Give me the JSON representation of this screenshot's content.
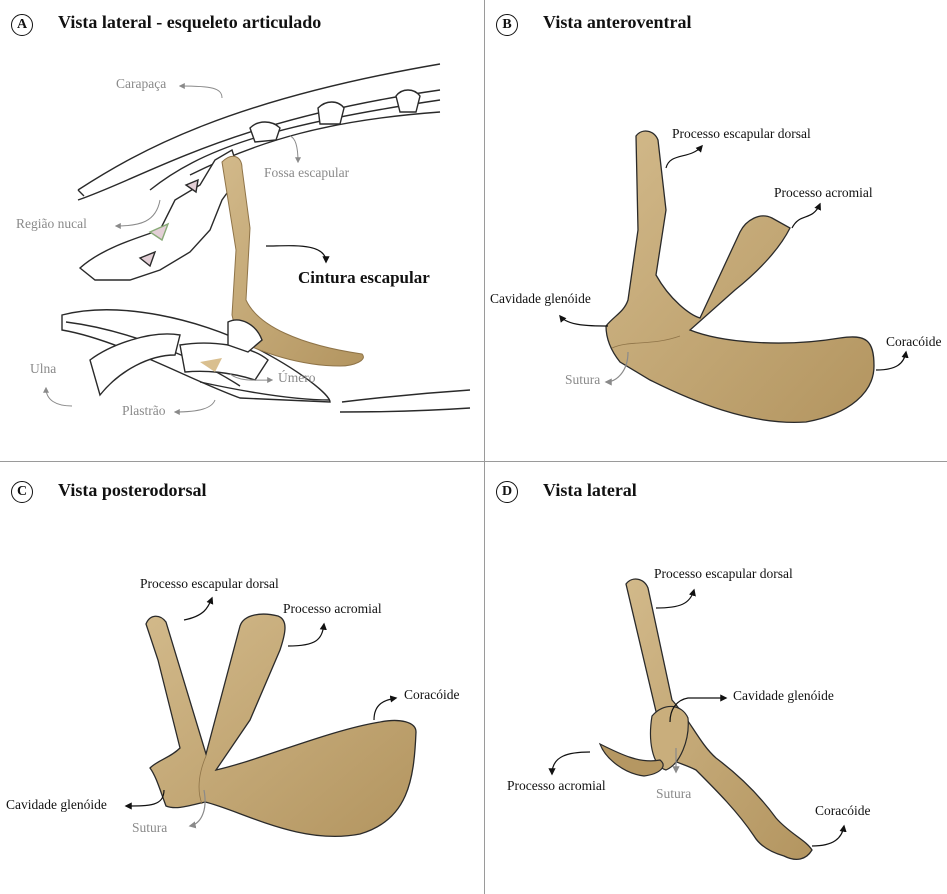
{
  "colors": {
    "bone": "#c6ab7a",
    "bone_dark": "#8f7448",
    "outline": "#2a2a2a",
    "grey_label": "#8a8a8a",
    "divider": "#9a9a9a"
  },
  "panels": {
    "a": {
      "letter": "A",
      "title": "Vista lateral - esqueleto articulado",
      "labels": {
        "carapaca": "Carapaça",
        "fossa": "Fossa escapular",
        "nucal": "Região nucal",
        "cintura": "Cintura escapular",
        "ulna": "Ulna",
        "umero": "Úmero",
        "plastrao": "Plastrão"
      }
    },
    "b": {
      "letter": "B",
      "title": "Vista anteroventral",
      "labels": {
        "dorsal": "Processo escapular dorsal",
        "acromial": "Processo acromial",
        "glenoide": "Cavidade glenóide",
        "coracoide": "Coracóide",
        "sutura": "Sutura"
      }
    },
    "c": {
      "letter": "C",
      "title": "Vista posterodorsal",
      "labels": {
        "dorsal": "Processo escapular dorsal",
        "acromial": "Processo acromial",
        "coracoide": "Coracóide",
        "glenoide": "Cavidade glenóide",
        "sutura": "Sutura"
      }
    },
    "d": {
      "letter": "D",
      "title": "Vista lateral",
      "labels": {
        "dorsal": "Processo escapular dorsal",
        "glenoide": "Cavidade glenóide",
        "acromial": "Processo acromial",
        "sutura": "Sutura",
        "coracoide": "Coracóide"
      }
    }
  }
}
